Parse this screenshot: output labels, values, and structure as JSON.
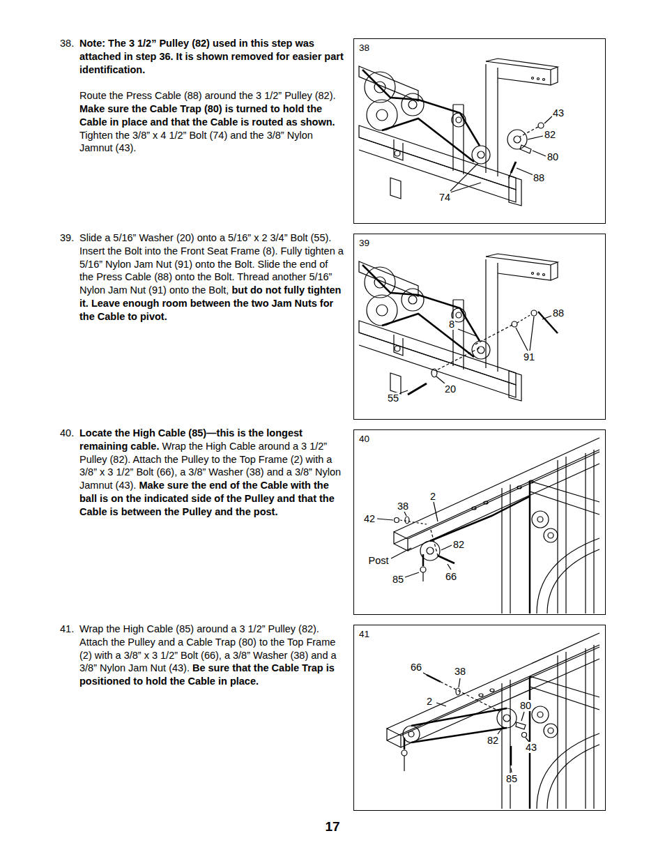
{
  "diagram": {
    "nodes": [
      {
        "text": [
          "38"
        ]
      },
      {
        "text": [
          "39"
        ]
      },
      {
        "text": [
          "40"
        ]
      },
      {
        "text": [
          "41"
        ]
      }
    ],
    "labels": [
      "38.",
      "Note: The 3 1/2” Pulley (82) used in this step was attached in step 36. It is shown removed for easier part identification.",
      "Route the Press Cable (88) around the 3 1/2” Pulley (82).",
      "Make sure the Cable Trap (80) is turned to hold the Cable in place and that the Cable is routed as shown.",
      "Tighten the 3/8” x 4 1/2” Bolt (74) and the 3/8” Nylon Jamnut (43).",
      "39.",
      "Slide a 5/16” Washer (20) onto a 5/16” x 2 3/4” Bolt (55). Insert the Bolt into the Front Seat Frame (8). Fully tighten a 5/16” Nylon Jam Nut (91) onto the Bolt. Slide the end of the Press Cable (88) onto the Bolt. Thread another 5/16” Nylon Jam Nut (91) onto the Bolt,",
      "but do not fully tighten it. Leave enough room between the two Jam Nuts for the Cable to pivot.",
      "40.",
      "Locate the High Cable (85)—this is the longest remaining cable.",
      "Wrap the High Cable around a 3 1/2” Pulley (82). Attach the Pulley to the Top Frame (2) with a 3/8” x 3 1/2” Bolt (66), a 3/8” Washer (38) and a 3/8” Nylon Jamnut (43).",
      "Make sure the end of the Cable with the ball is on the indicated side of the Pulley and that the Cable is between the Pulley and the post.",
      "41.",
      "Wrap the High Cable (85) around a 3 1/2” Pulley (82). Attach the Pulley and a Cable Trap (80) to the Top Frame (2) with a 3/8” x 3 1/2” Bolt (66), a 3/8” Washer (38) and a 3/8” Nylon Jam Nut (43).",
      "Be sure that the Cable Trap is positioned to hold the Cable in place.",
      "17",
      "43",
      "82",
      "80",
      "88",
      "74",
      "88",
      "8",
      "91",
      "55",
      "20",
      "2",
      "38",
      "42",
      "82",
      "Post",
      "85",
      "66",
      "66",
      "38",
      "2",
      "80",
      "82",
      "43",
      "85"
    ]
  }
}
